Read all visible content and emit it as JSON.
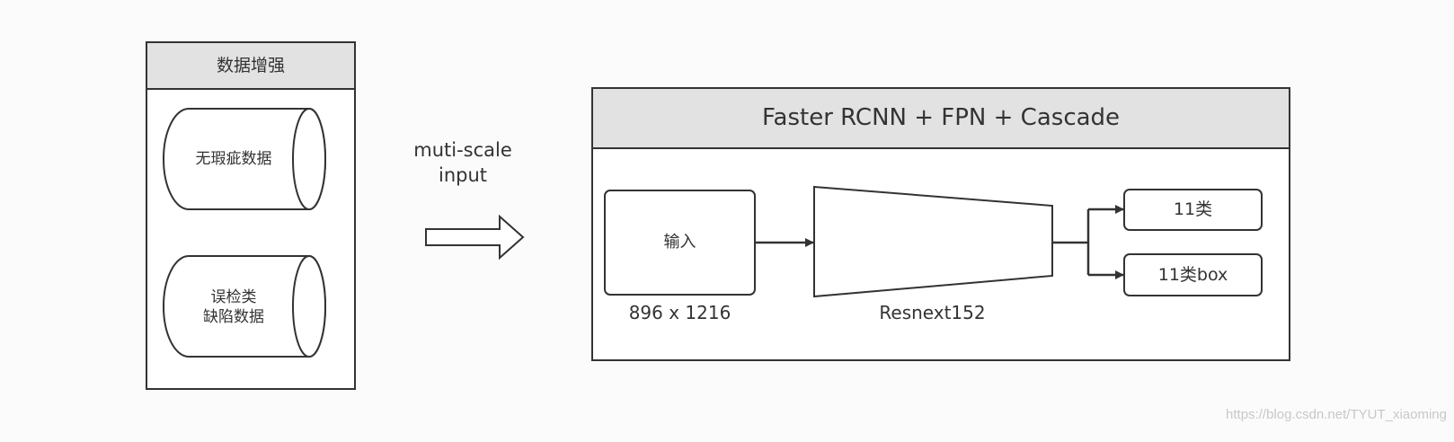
{
  "augmentation": {
    "title": "数据增强",
    "items": [
      {
        "label": "无瑕疵数据"
      },
      {
        "label_line1": "误检类",
        "label_line2": "缺陷数据"
      }
    ]
  },
  "transition": {
    "label_line1": "muti-scale",
    "label_line2": "input"
  },
  "model": {
    "title": "Faster RCNN + FPN + Cascade",
    "input_label": "输入",
    "input_size": "896 x 1216",
    "backbone_label": "Resnext152",
    "outputs": [
      "11类",
      "11类box"
    ]
  },
  "watermark": "https://blog.csdn.net/TYUT_xiaoming",
  "colors": {
    "stroke": "#333333",
    "header_fill": "#e2e2e2",
    "box_fill": "#ffffff",
    "background": "#fbfbfb"
  }
}
